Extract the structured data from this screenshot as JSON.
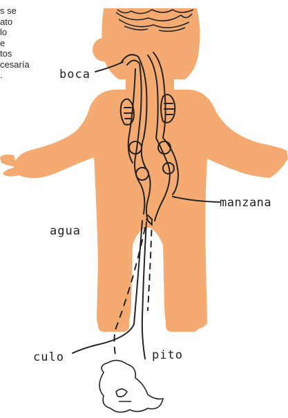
{
  "side_text": {
    "lines": [
      "s se",
      "ato",
      "lo",
      "e",
      "tos",
      "cesaría",
      "."
    ]
  },
  "labels": {
    "boca": "boca",
    "manzana": "manzana",
    "agua": "agua",
    "culo": "culo",
    "pito": "pito"
  },
  "colors": {
    "skin": "#f4aa70",
    "ink": "#222222",
    "page": "#ffffff"
  }
}
